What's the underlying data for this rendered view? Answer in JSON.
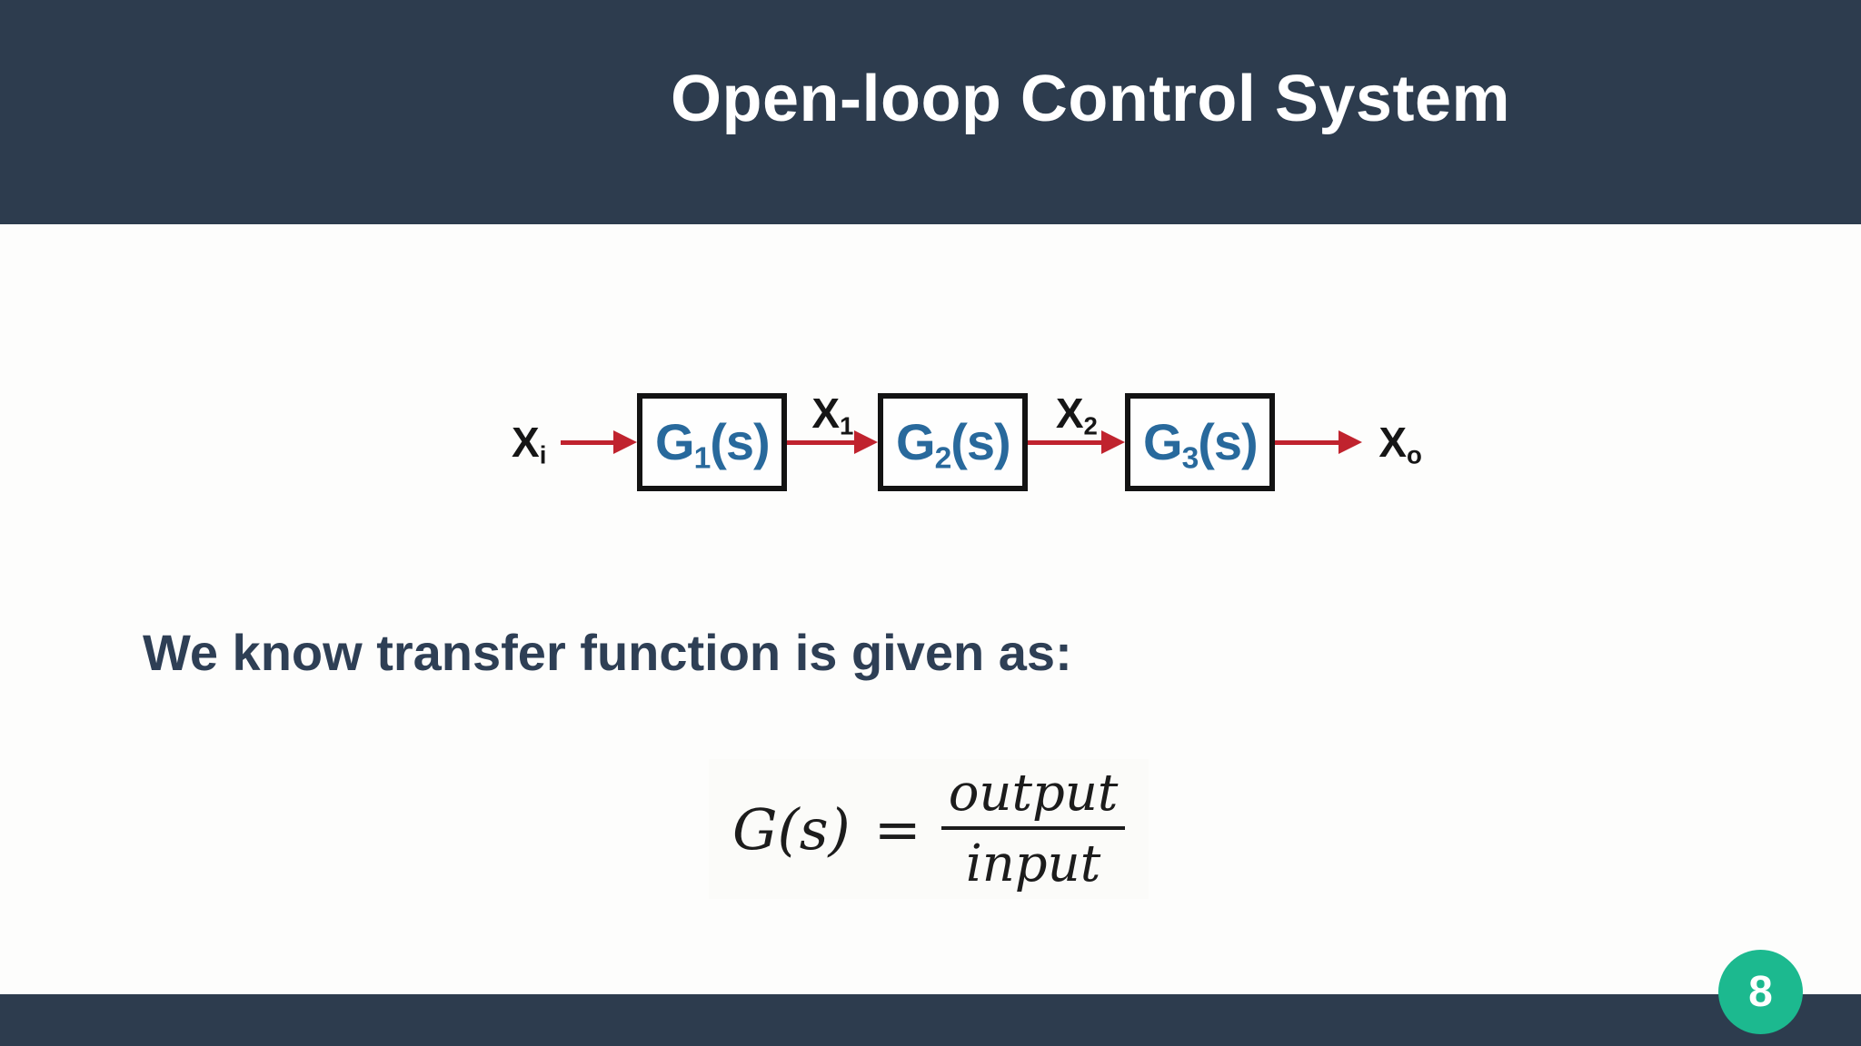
{
  "slide": {
    "title": "Open-loop Control System",
    "heading": "We know transfer function is given as:",
    "page_number": "8"
  },
  "diagram": {
    "input_signal": {
      "base": "X",
      "sub": "i"
    },
    "blocks": [
      {
        "base": "G",
        "sub": "1",
        "arg": "(s)"
      },
      {
        "base": "G",
        "sub": "2",
        "arg": "(s)"
      },
      {
        "base": "G",
        "sub": "3",
        "arg": "(s)"
      }
    ],
    "intermediate_signals": [
      {
        "base": "X",
        "sub": "1"
      },
      {
        "base": "X",
        "sub": "2"
      }
    ],
    "output_signal": {
      "base": "X",
      "sub": "o"
    }
  },
  "formula": {
    "lhs": "G(s)",
    "equals": "=",
    "numerator": "output",
    "denominator": "input"
  },
  "colors": {
    "header_bg": "#2d3c4e",
    "footer_bg": "#2d3c4e",
    "title_text": "#ffffff",
    "heading_text": "#2e3f55",
    "block_border": "#131313",
    "block_text": "#28699c",
    "arrow_red": "#c0232e",
    "signal_text": "#161616",
    "badge_bg": "#1cb98f",
    "badge_text": "#ffffff"
  }
}
